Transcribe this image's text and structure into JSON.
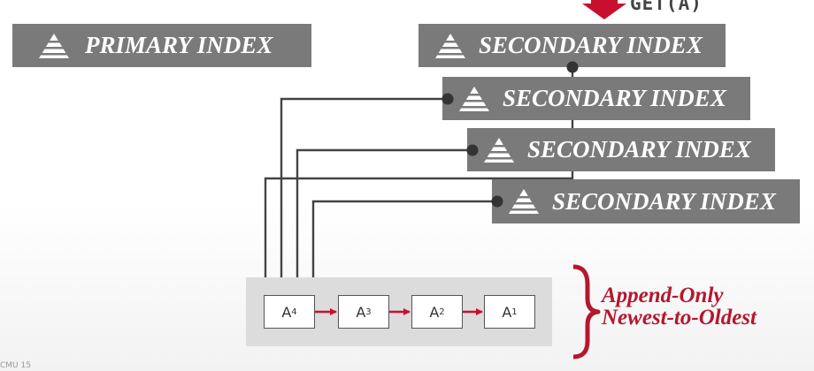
{
  "primary_index": {
    "label": "PRIMARY INDEX"
  },
  "secondary_indexes": [
    {
      "label": "SECONDARY INDEX"
    },
    {
      "label": "SECONDARY INDEX"
    },
    {
      "label": "SECONDARY INDEX"
    },
    {
      "label": "SECONDARY INDEX"
    }
  ],
  "query": {
    "label": "GET(A)"
  },
  "version_chain": [
    {
      "base": "A",
      "sub": "4"
    },
    {
      "base": "A",
      "sub": "3"
    },
    {
      "base": "A",
      "sub": "2"
    },
    {
      "base": "A",
      "sub": "1"
    }
  ],
  "annotation": {
    "line1": "Append-Only",
    "line2": "Newest-to-Oldest"
  },
  "footer": {
    "text": "CMU 15"
  },
  "colors": {
    "accent": "#c8102e",
    "box": "#7a7a7a",
    "wire": "#444444"
  }
}
